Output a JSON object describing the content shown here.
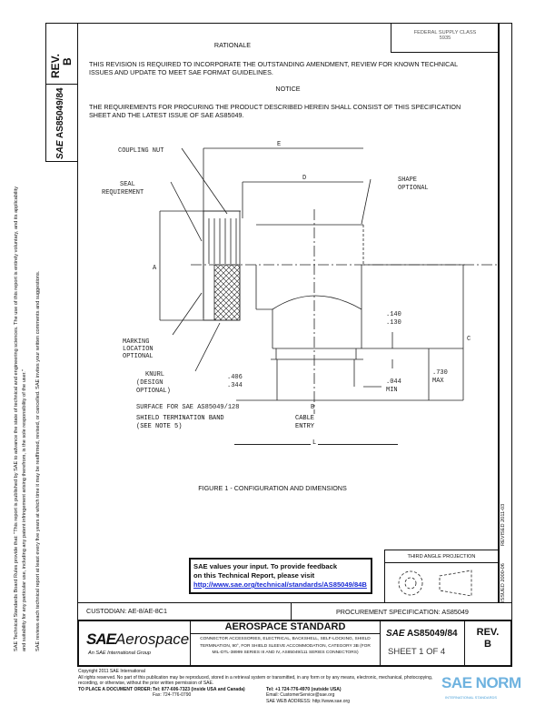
{
  "side_rev": {
    "label": "REV.",
    "value": "B"
  },
  "side_doc_number": "AS85049/84",
  "sae_mark": "SAE",
  "legal_notice": [
    "SAE Technical Standards Board Rules provide that: \"This report is published by SAE to advance the state of technical and engineering sciences. The use of this report is entirely voluntary, and its applicability and suitability for any particular use, including any patent infringement arising therefrom, is the sole responsibility of the user.\"",
    "SAE reviews each technical report at least every five years at which time it may be reaffirmed, revised, or cancelled. SAE invites your written comments and suggestions."
  ],
  "fsc_box": {
    "label": "FEDERAL SUPPLY CLASS",
    "value": "5935"
  },
  "rationale": {
    "heading": "RATIONALE",
    "text": "THIS REVISION IS REQUIRED TO INCORPORATE THE OUTSTANDING AMENDMENT, REVIEW FOR KNOWN TECHNICAL ISSUES AND UPDATE TO MEET SAE FORMAT GUIDELINES."
  },
  "notice": {
    "heading": "NOTICE",
    "text": "THE REQUIREMENTS FOR PROCURING THE PRODUCT DESCRIBED HEREIN SHALL CONSIST OF THIS SPECIFICATION SHEET AND THE LATEST ISSUE OF SAE AS85049."
  },
  "figure": {
    "caption": "FIGURE 1 - CONFIGURATION AND DIMENSIONS",
    "labels": {
      "coupling_nut": "COUPLING NUT",
      "seal_req_1": "SEAL",
      "seal_req_2": "REQUIREMENT",
      "shape_1": "SHAPE",
      "shape_2": "OPTIONAL",
      "marking_1": "MARKING",
      "marking_2": "LOCATION",
      "marking_3": "OPTIONAL",
      "knurl_1": "KNURL",
      "knurl_2": "(DESIGN",
      "knurl_3": "OPTIONAL)",
      "surface_1": "SURFACE FOR SAE AS85049/128",
      "surface_2": "SHIELD TERMINATION BAND",
      "surface_3": "(SEE NOTE 5)",
      "dim_e": "E",
      "dim_d": "D",
      "dim_a": "A",
      "dim_c": "C",
      "dim_b": "B",
      "cable_1": "CABLE",
      "cable_2": "ENTRY",
      "dim_l": "L",
      "d140_1": ".140",
      "d140_2": ".130",
      "d406_1": ".406",
      "d406_2": ".344",
      "d044_1": ".044",
      "d044_2": "MIN",
      "d730_1": ".730",
      "d730_2": "MAX"
    }
  },
  "side_dates": {
    "revised": "REVISED 2011-03",
    "issued": "ISSUED 2000-06"
  },
  "feedback": {
    "line1": "SAE values your input. To provide feedback",
    "line2": "on this Technical Report, please visit",
    "link": "http://www.sae.org/technical/standards/AS85049/84B"
  },
  "projection_label": "THIRD ANGLE PROJECTION",
  "custodian": "CUSTODIAN: AE-8/AE-8C1",
  "procurement": "PROCUREMENT SPECIFICATION:  AS85049",
  "title_block": {
    "logo_sae": "SAE",
    "logo_aero": "Aerospace",
    "logo_sub": "An SAE International Group",
    "standard": "AEROSPACE STANDARD",
    "description": "CONNECTOR ACCESSORIES, ELECTRICAL, BACKSHELL, SELF-LOCKING, SHIELD TERMINATION, 90°, FOR SHIELD SLEEVE ACCOMMODATION, CATEGORY 3B (FOR MIL-DTL-38999 SERIES III AND IV, AS85049/111 SERIES CONNECTORS)",
    "doc_sae": "SAE",
    "doc_number": "AS85049/84",
    "sheet": "SHEET 1 OF 4",
    "rev_label": "REV.",
    "rev_value": "B"
  },
  "footer": {
    "copyright": "Copyright 2011 SAE International",
    "rights": "All rights reserved. No part of this publication may be reproduced, stored in a retrieval system or transmitted, in any form or by any means, electronic, mechanical, photocopying, recording, or otherwise, without the prior written permission of SAE.",
    "order": "TO PLACE A DOCUMENT ORDER:",
    "tel1": "Tel: 877-606-7323 (inside USA and Canada)",
    "fax": "Fax: 724-776-0790",
    "tel2": "Tel: +1 724-776-4970 (outside USA)",
    "email": "Email: CustomerService@sae.org",
    "web": "SAE WEB ADDRESS:  http://www.sae.org"
  },
  "watermark": {
    "text": "SAE NORM",
    "sub": "INTERNATIONAL STANDARDS"
  }
}
